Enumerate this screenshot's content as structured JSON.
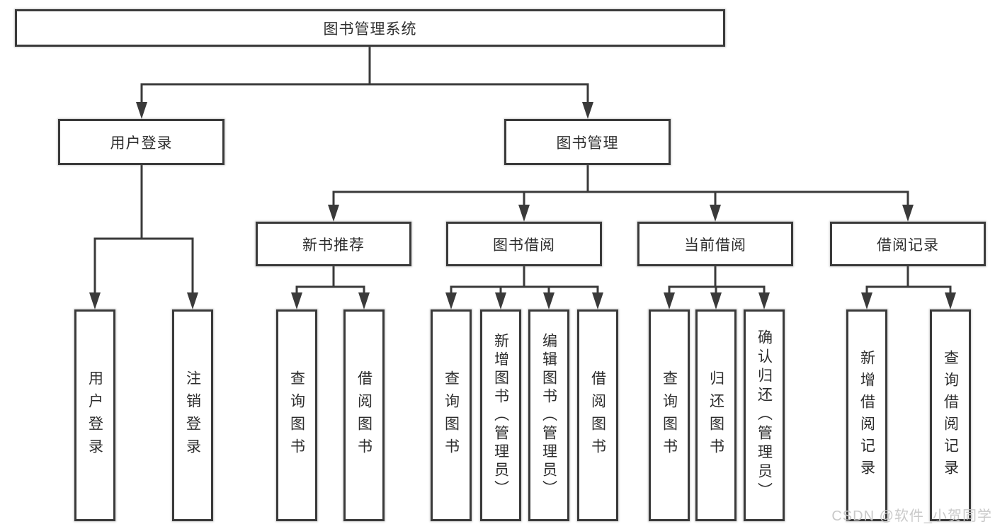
{
  "diagram": {
    "tree": {
      "label": "图书管理系统",
      "children": [
        {
          "label": "用户登录",
          "children": [
            {
              "label": "用户登录"
            },
            {
              "label": "注销登录"
            }
          ]
        },
        {
          "label": "图书管理",
          "children": [
            {
              "label": "新书推荐",
              "children": [
                {
                  "label": "查询图书"
                },
                {
                  "label": "借阅图书"
                }
              ]
            },
            {
              "label": "图书借阅",
              "children": [
                {
                  "label": "查询图书"
                },
                {
                  "label": "新增图书（管理员）"
                },
                {
                  "label": "编辑图书（管理员）"
                },
                {
                  "label": "借阅图书"
                }
              ]
            },
            {
              "label": "当前借阅",
              "children": [
                {
                  "label": "查询图书"
                },
                {
                  "label": "归还图书"
                },
                {
                  "label": "确认归还（管理员）"
                }
              ]
            },
            {
              "label": "借阅记录",
              "children": [
                {
                  "label": "新增借阅记录"
                },
                {
                  "label": "查询借阅记录"
                }
              ]
            }
          ]
        }
      ]
    },
    "colors": {
      "line": "#3a3a3a",
      "box_border": "#3a3a3a",
      "text": "#2d2d2d",
      "background": "#ffffff",
      "watermark": "#c9c9c9"
    }
  },
  "watermark": {
    "text": "CSDN @软件_小贺同学"
  }
}
